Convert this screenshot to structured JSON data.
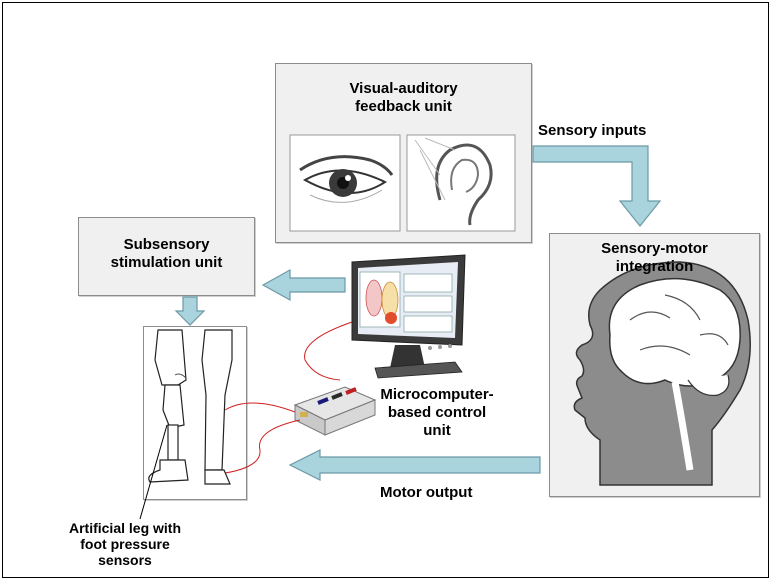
{
  "diagram": {
    "feedback_unit": {
      "title_line1": "Visual-auditory",
      "title_line2": "feedback unit",
      "icons": [
        "eye-icon",
        "ear-icon"
      ]
    },
    "sensory_inputs_label": "Sensory inputs",
    "integration": {
      "title_line1": "Sensory-motor",
      "title_line2": "integration",
      "icon": "head-brain-icon"
    },
    "stimulation_unit": {
      "title_line1": "Subsensory",
      "title_line2": "stimulation unit"
    },
    "control_unit": {
      "line1": "Microcomputer-",
      "line2": "based control",
      "line3": "unit",
      "icons": [
        "monitor-icon",
        "control-box-icon"
      ]
    },
    "motor_output_label": "Motor output",
    "leg": {
      "line1": "Artificial leg with",
      "line2": "foot pressure",
      "line3": "sensors",
      "icon": "artificial-leg-icon"
    },
    "colors": {
      "arrow_fill": "#a9d3dd",
      "arrow_stroke": "#6c9aa6",
      "box_fill": "#f0f0f0",
      "brain_fill": "#ffffff",
      "head_fill": "#8c8c8c",
      "wire": "#d02020"
    }
  }
}
